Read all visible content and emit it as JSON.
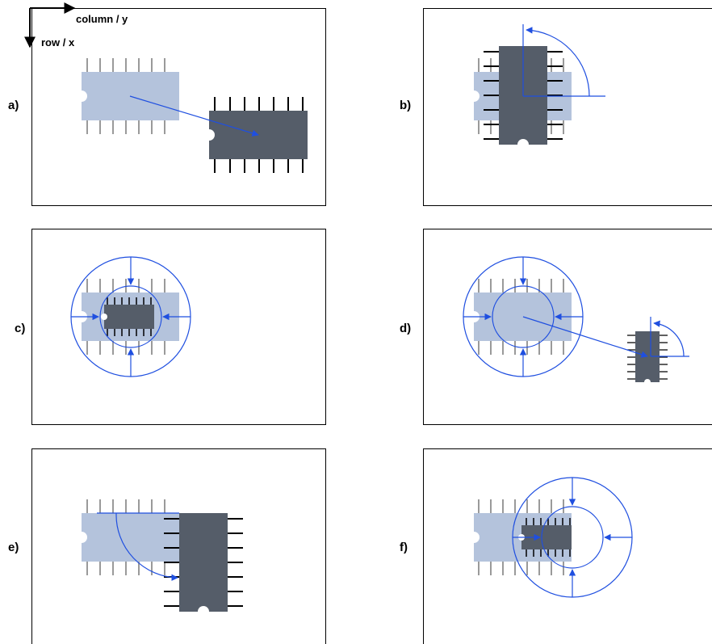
{
  "axes": {
    "column_label": "column / y",
    "row_label": "row / x"
  },
  "panels": [
    {
      "label": "a)"
    },
    {
      "label": "b)"
    },
    {
      "label": "c)"
    },
    {
      "label": "d)"
    },
    {
      "label": "e)"
    },
    {
      "label": "f)"
    }
  ],
  "colors": {
    "template_chip": "#b4c3dc",
    "template_pins": "#9a9a9a",
    "found_chip": "#555d69",
    "found_pins": "#000000",
    "annotation": "#1f4fe0",
    "frame": "#000000"
  }
}
